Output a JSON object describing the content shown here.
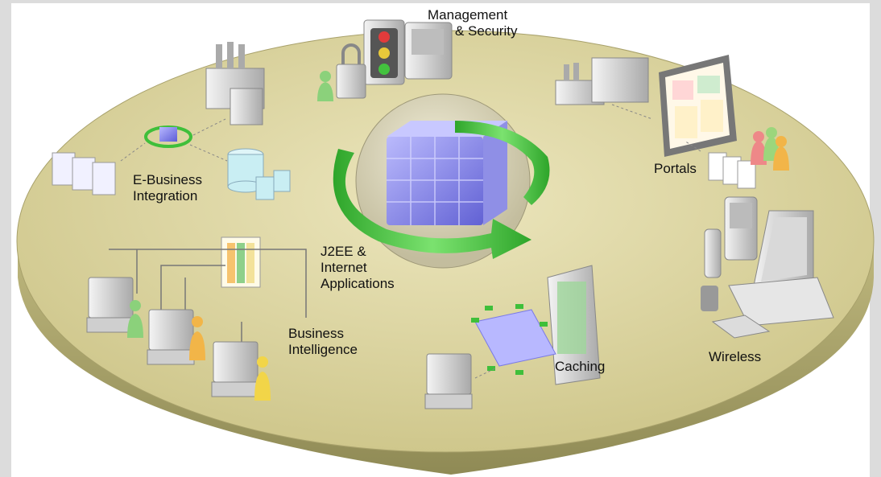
{
  "labels": {
    "management_security": [
      "Management",
      "& Security"
    ],
    "ebusiness": [
      "E-Business",
      "Integration"
    ],
    "portals": "Portals",
    "j2ee": [
      "J2EE &",
      "Internet",
      "Applications"
    ],
    "business_intelligence": [
      "Business",
      "Intelligence"
    ],
    "caching": "Caching",
    "wireless": "Wireless"
  },
  "colors": {
    "platform_top": "#d9d3a0",
    "platform_side": "#b9b27a",
    "arrow_green": "#3fbf3a",
    "cube_blue": "#7a7ae6",
    "border_gray": "#dcdcdc"
  }
}
